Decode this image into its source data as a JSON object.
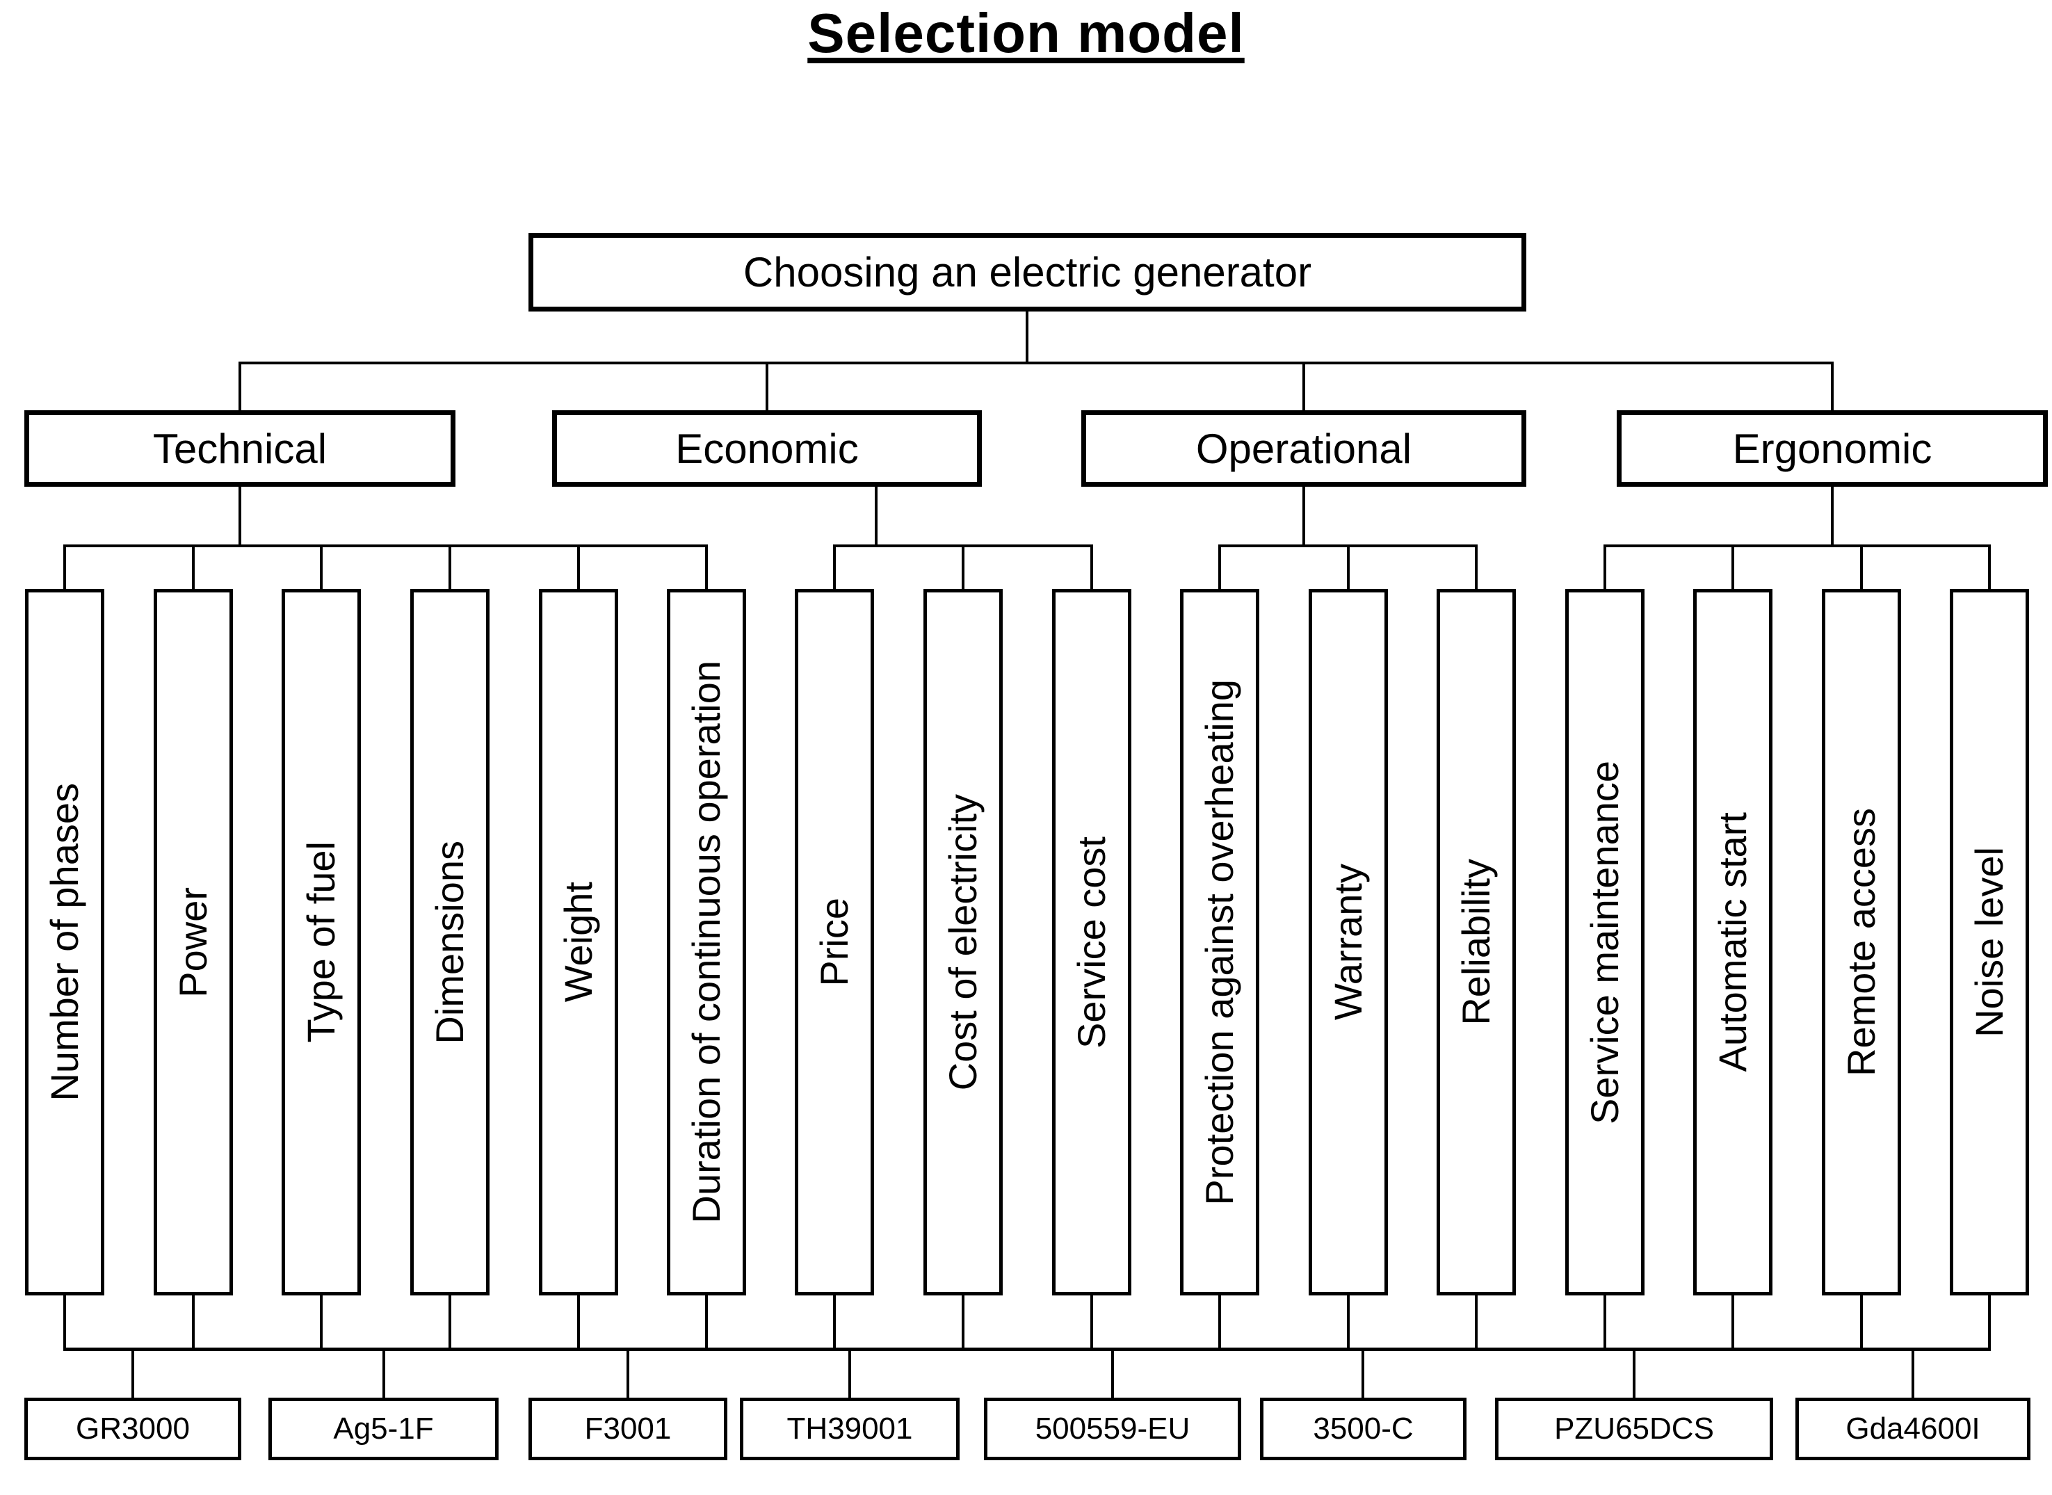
{
  "title": "Selection model",
  "root": {
    "label": "Choosing an electric generator"
  },
  "categories": [
    {
      "label": "Technical",
      "criteria": [
        "Number of phases",
        "Power",
        "Type of fuel",
        "Dimensions",
        "Weight",
        "Duration of continuous operation"
      ]
    },
    {
      "label": "Economic",
      "criteria": [
        "Price",
        "Cost of electricity",
        "Service cost"
      ]
    },
    {
      "label": "Operational",
      "criteria": [
        "Protection against overheating",
        "Warranty",
        "Reliability"
      ]
    },
    {
      "label": "Ergonomic",
      "criteria": [
        "Service maintenance",
        "Automatic start",
        "Remote access",
        "Noise level"
      ]
    }
  ],
  "alternatives": [
    "GR3000",
    "Ag5-1F",
    "F3001",
    "TH39001",
    "500559-EU",
    "3500-C",
    "PZU65DCS",
    "Gda4600I"
  ],
  "colors": {
    "background": "#ffffff",
    "line": "#000000",
    "box_border": "#000000",
    "text": "#000000"
  }
}
